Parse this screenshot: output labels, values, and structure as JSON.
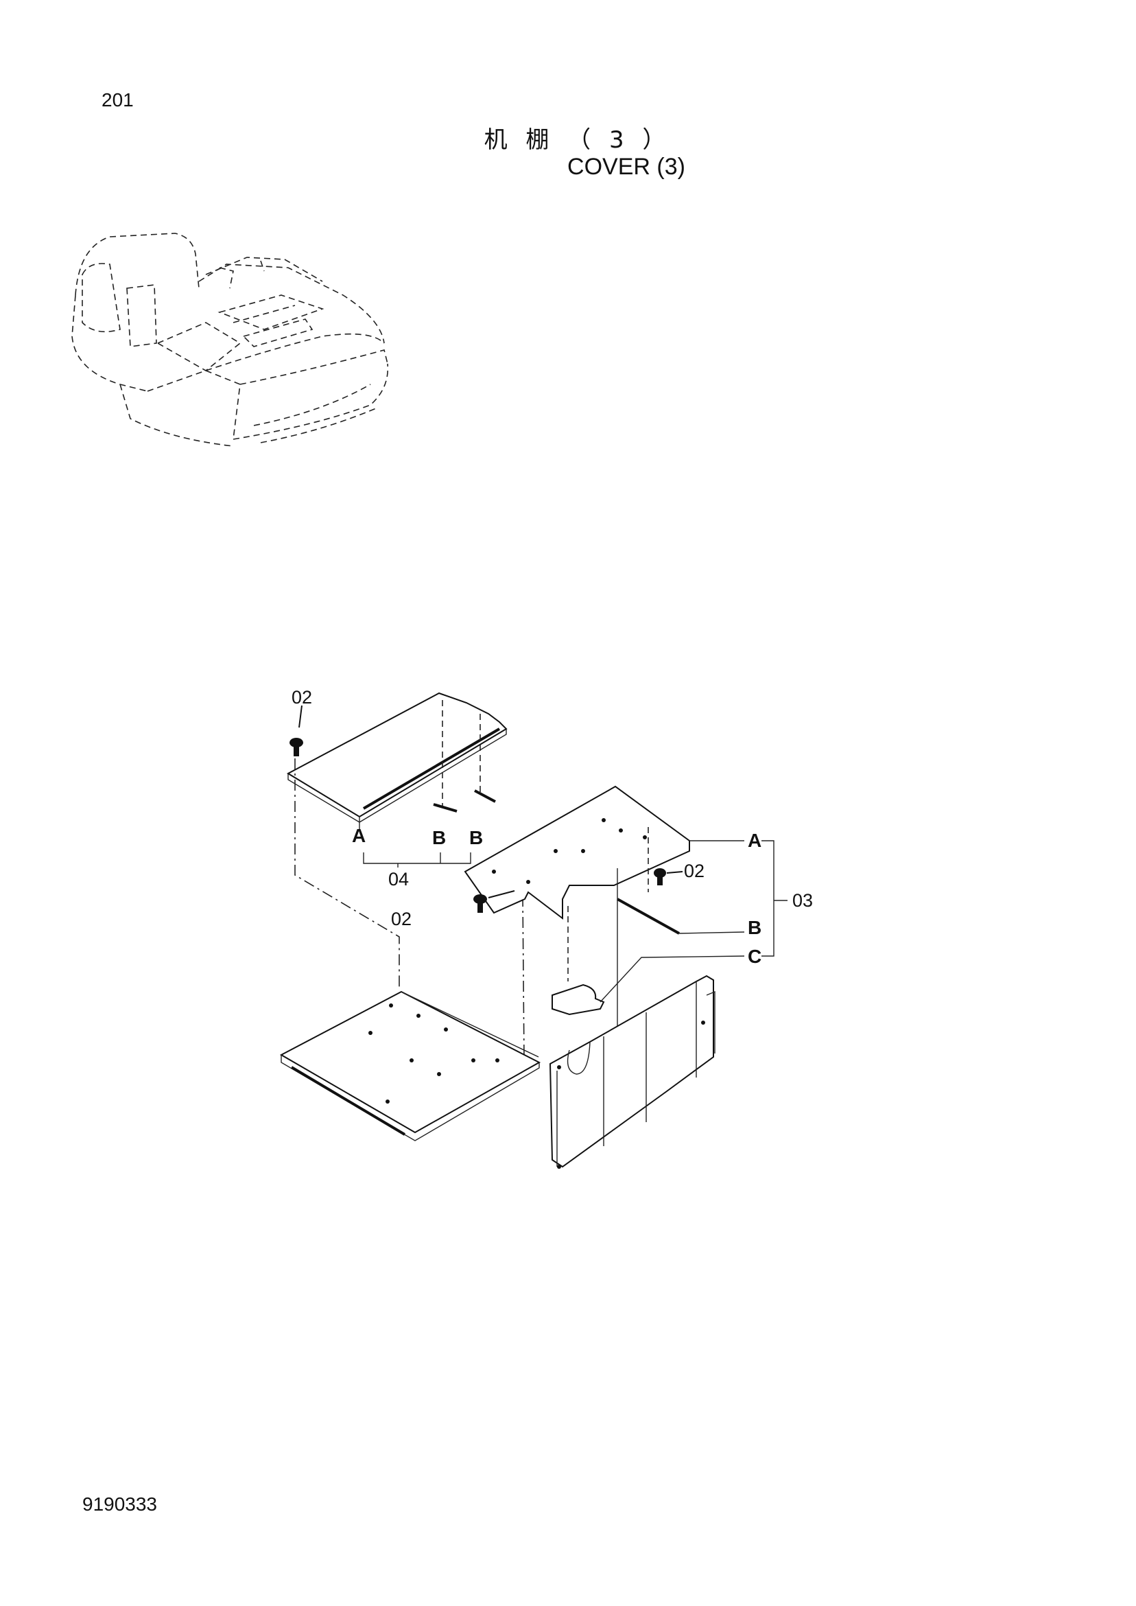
{
  "page": {
    "page_number": "201",
    "title_cn": "机 棚 （ 3 ）",
    "title_en": "COVER (3)",
    "doc_number": "9190333"
  },
  "callouts": {
    "c02_top": "02",
    "c02_mid": "02",
    "c02_right": "02",
    "c03": "03",
    "c04": "04"
  },
  "letters": {
    "a_left": "A",
    "b_left1": "B",
    "b_left2": "B",
    "a_right": "A",
    "b_right": "B",
    "c_right": "C"
  }
}
